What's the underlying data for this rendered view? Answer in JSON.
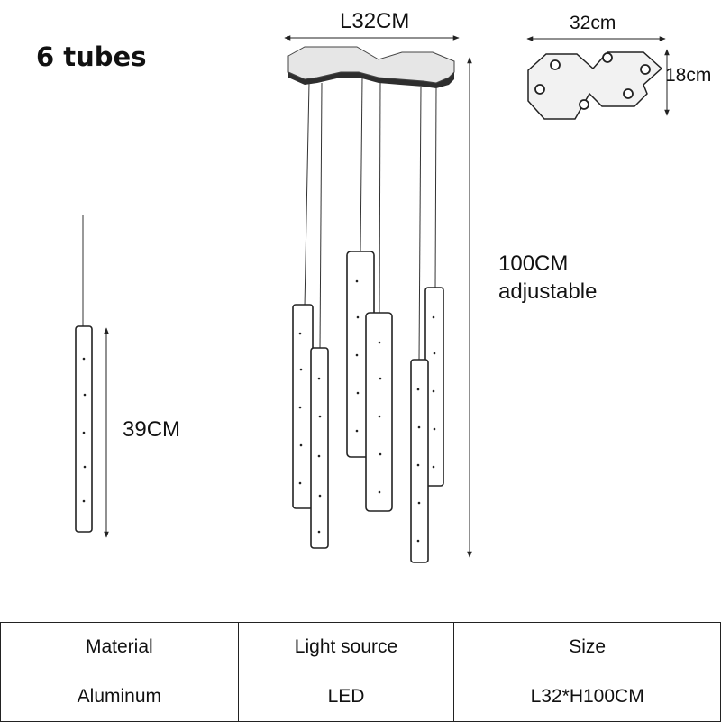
{
  "title": "6 tubes",
  "dimensions": {
    "canopy_length": "L32CM",
    "plate_width": "32cm",
    "plate_height": "18cm",
    "drop_height": "100CM",
    "drop_note": "adjustable",
    "tube_length": "39CM"
  },
  "colors": {
    "line": "#222222",
    "canopy_top": "#e6e6e6",
    "canopy_side": "#3a3a3a",
    "plate_fill": "#f2f2f2"
  },
  "specs": {
    "headers": [
      "Material",
      "Light source",
      "Size"
    ],
    "values": [
      "Aluminum",
      "LED",
      "L32*H100CM"
    ]
  }
}
